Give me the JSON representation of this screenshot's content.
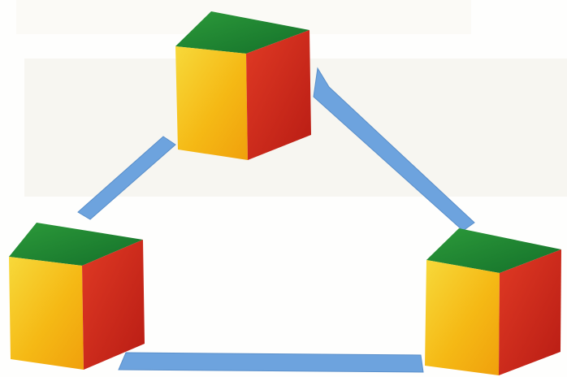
{
  "diagram": {
    "nodes": [
      {
        "id": "top",
        "shape": "cube"
      },
      {
        "id": "left",
        "shape": "cube"
      },
      {
        "id": "right",
        "shape": "cube"
      }
    ],
    "edges": [
      {
        "from": "top",
        "to": "left"
      },
      {
        "from": "top",
        "to": "right"
      },
      {
        "from": "left",
        "to": "right"
      }
    ],
    "colors": {
      "cube_top": "#1f8a2e",
      "cube_front": "#f6c21a",
      "cube_side": "#d42a1c",
      "connector": "#6da3de"
    }
  }
}
